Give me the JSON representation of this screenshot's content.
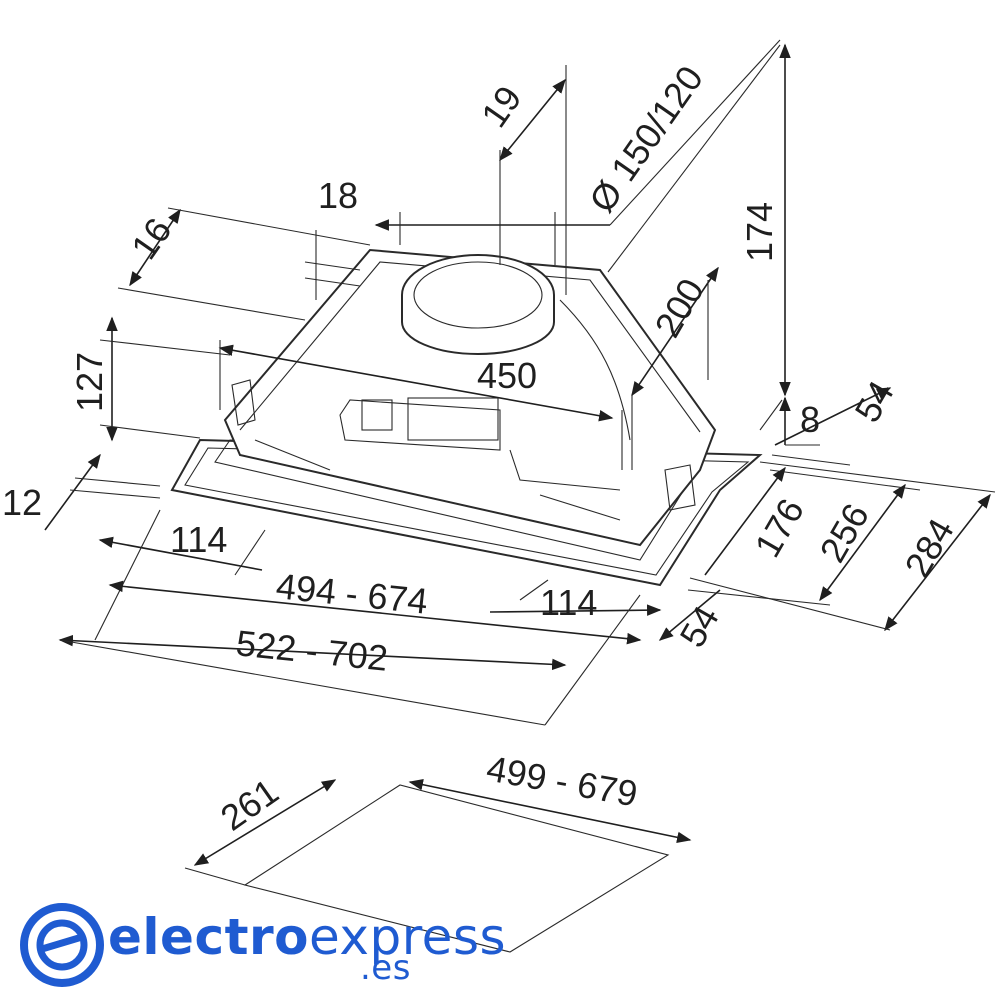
{
  "dimensions": {
    "d19": "19",
    "d150_120": "Ø 150/120",
    "d174": "174",
    "d18": "18",
    "d16": "16",
    "d200": "200",
    "d127": "127",
    "d450": "450",
    "d54_top": "54",
    "d8": "8",
    "d12": "12",
    "d114_left": "114",
    "d176": "176",
    "d256": "256",
    "d284": "284",
    "d494_674": "494 - 674",
    "d114_right": "114",
    "d54_bottom": "54",
    "d522_702": "522 - 702",
    "d261": "261",
    "d499_679": "499 - 679"
  },
  "logo": {
    "icon": "e-circle-logo-icon",
    "name_bold": "electro",
    "name_light": "express",
    "suffix": ".es",
    "color": "#1f5bd1"
  }
}
